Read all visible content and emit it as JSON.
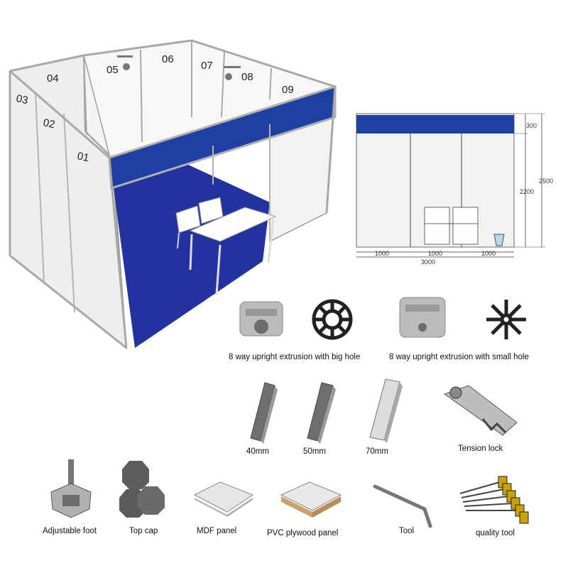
{
  "booth": {
    "panel_numbers": [
      "01",
      "02",
      "03",
      "04",
      "05",
      "06",
      "07",
      "08",
      "09"
    ],
    "fascia_color": "#1f3fa3",
    "carpet_color": "#2233a0"
  },
  "elevation": {
    "dims_right": [
      "300",
      "2200",
      "2500"
    ],
    "dims_bottom": [
      "1000",
      "1000",
      "1000"
    ],
    "dim_total": "3000"
  },
  "components": {
    "extrusion_big": "8 way upright extrusion with big hole",
    "extrusion_small": "8 way upright extrusion with small hole",
    "beam_40": "40mm",
    "beam_50": "50mm",
    "beam_70": "70mm",
    "tension_lock": "Tension lock",
    "adjustable_foot": "Adjustable foot",
    "top_cap": "Top cap",
    "mdf_panel": "MDF panel",
    "pvc_panel": "PVC plywood panel",
    "tool": "Tool",
    "quality_tool": "quality tool"
  }
}
